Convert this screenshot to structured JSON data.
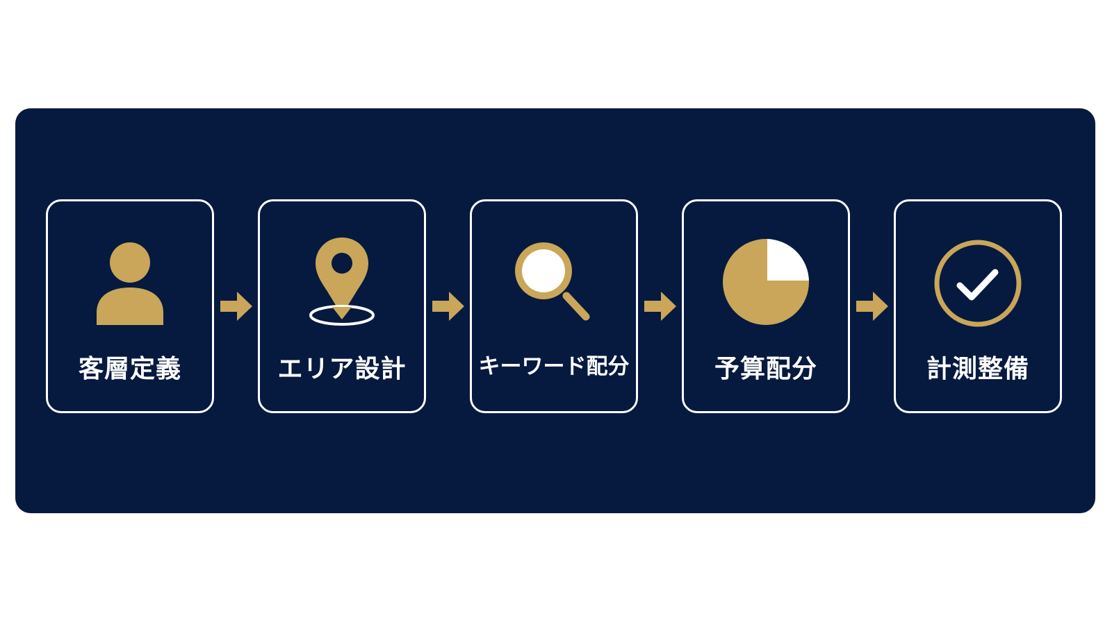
{
  "colors": {
    "panel": "#061a3f",
    "accent": "#c9a659",
    "border": "#ffffff",
    "text": "#ffffff"
  },
  "steps": [
    {
      "label": "客層定義",
      "icon": "person-icon"
    },
    {
      "label": "エリア設計",
      "icon": "location-pin-icon"
    },
    {
      "label": "キーワード配分",
      "icon": "search-icon"
    },
    {
      "label": "予算配分",
      "icon": "pie-chart-icon"
    },
    {
      "label": "計測整備",
      "icon": "check-circle-icon"
    }
  ]
}
